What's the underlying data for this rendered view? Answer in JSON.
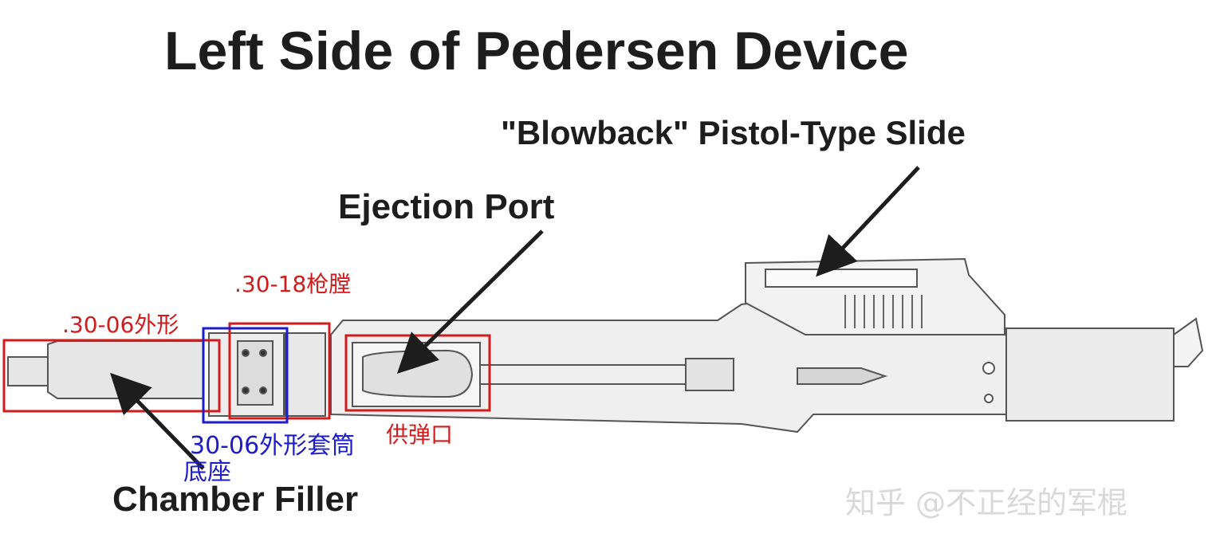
{
  "title": "Left Side of Pedersen Device",
  "labels": {
    "slide": "\"Blowback\" Pistol-Type Slide",
    "ejection_port": "Ejection Port",
    "chamber_filler": "Chamber Filler"
  },
  "annotations": {
    "profile_3006": ".30-06外形",
    "chamber_3018": ".30-18枪膛",
    "sleeve_3006": "30-06外形套筒",
    "base": "底座",
    "feed_port": "供弹口"
  },
  "watermark": "知乎 @不正经的军棍",
  "colors": {
    "red_annotation": "#d21b1b",
    "blue_annotation": "#1c1ccc",
    "ink": "#1d1d1d"
  }
}
